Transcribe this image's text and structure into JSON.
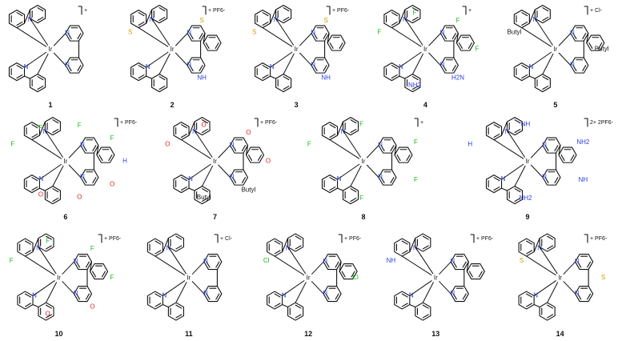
{
  "figure": {
    "panels": [
      {
        "id": "1",
        "ir": "Ir",
        "counter": "+",
        "labels": []
      },
      {
        "id": "2",
        "ir": "Ir",
        "counter": "+ PF6-",
        "labels": [
          "S",
          "S",
          "N",
          "N",
          "N",
          "N",
          "NH"
        ]
      },
      {
        "id": "3",
        "ir": "Ir",
        "counter": "+ PF6-",
        "labels": [
          "S",
          "S",
          "N",
          "N",
          "N",
          "N",
          "NH"
        ]
      },
      {
        "id": "4",
        "ir": "Ir",
        "counter": "+",
        "labels": [
          "F",
          "F",
          "F",
          "F",
          "H2N",
          "NH2",
          "N",
          "N",
          "N",
          "N",
          "N"
        ]
      },
      {
        "id": "5",
        "ir": "Ir",
        "counter": "+ Cl-",
        "labels": [
          "Butyl",
          "Butyl",
          "N",
          "N",
          "N",
          "N"
        ]
      },
      {
        "id": "6",
        "ir": "Ir",
        "counter": "+ PF6-",
        "labels": [
          "F",
          "F",
          "F",
          "F",
          "H",
          "N",
          "O",
          "O",
          "O"
        ]
      },
      {
        "id": "7",
        "ir": "Ir",
        "counter": "+ PF6-",
        "labels": [
          "O",
          "O",
          "O",
          "O",
          "Butyl",
          "Butyl",
          "N",
          "N",
          "N",
          "N"
        ]
      },
      {
        "id": "8",
        "ir": "Ir",
        "counter": "+",
        "labels": [
          "F",
          "F",
          "F",
          "F",
          "F",
          "N",
          "N",
          "N",
          "N",
          "N",
          "N"
        ]
      },
      {
        "id": "9",
        "ir": "Ir",
        "counter": "2+ 2PF6-",
        "labels": [
          "H",
          "N",
          "N",
          "NH",
          "N",
          "N",
          "NH2",
          "NH",
          "NH2"
        ]
      },
      {
        "id": "10",
        "ir": "Ir",
        "counter": "+ PF6-",
        "labels": [
          "F",
          "F",
          "F",
          "F",
          "O",
          "O",
          "N",
          "N",
          "N",
          "N"
        ]
      },
      {
        "id": "11",
        "ir": "Ir",
        "counter": "+ Cl-",
        "labels": [
          "N",
          "N",
          "N",
          "N",
          "N",
          "N"
        ]
      },
      {
        "id": "12",
        "ir": "Ir",
        "counter": "+ PF6-",
        "labels": [
          "Cl",
          "Cl",
          "N",
          "N",
          "N",
          "N"
        ]
      },
      {
        "id": "13",
        "ir": "Ir",
        "counter": "+ PF6-",
        "labels": [
          "N",
          "N",
          "N",
          "NH",
          "N"
        ]
      },
      {
        "id": "14",
        "ir": "Ir",
        "counter": "+ PF6-",
        "labels": [
          "S",
          "S",
          "N",
          "N",
          "N",
          "N"
        ]
      }
    ],
    "colors": {
      "nitrogen": "#2d3ee0",
      "oxygen": "#e02020",
      "sulfur": "#c9a000",
      "fluorine": "#18b818",
      "chlorine": "#18b818",
      "iridium": "#111111",
      "bond": "#111111"
    }
  }
}
